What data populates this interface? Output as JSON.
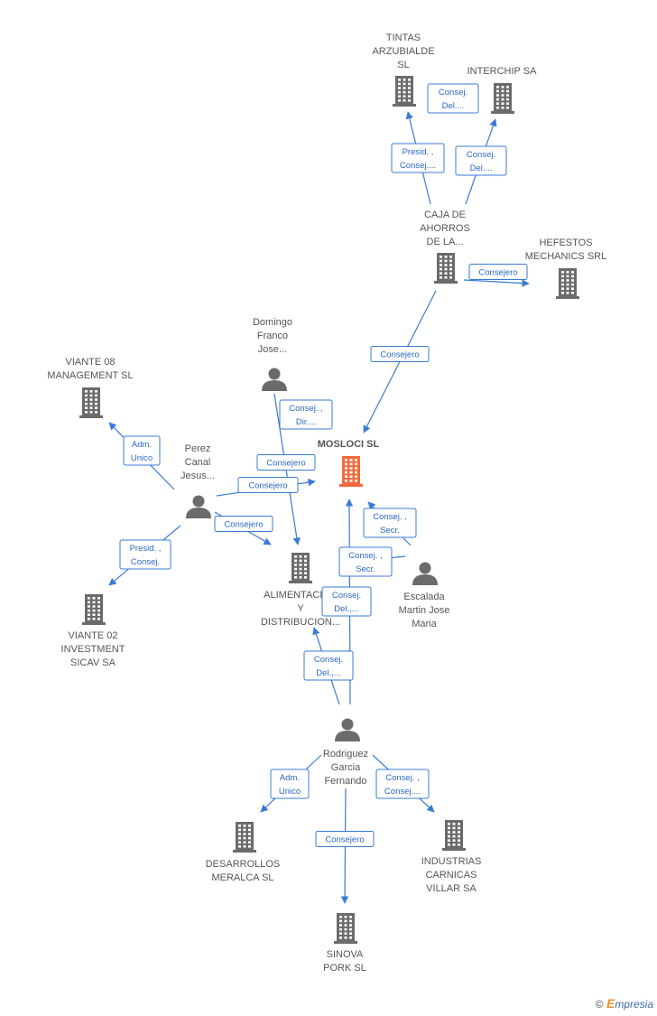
{
  "colors": {
    "node": "#6b6b6b",
    "main": "#f26a3d",
    "edge": "#3a7bd5"
  },
  "nodes": [
    {
      "id": "mosloci",
      "type": "company",
      "main": true,
      "label": [
        "MOSLOCI SL"
      ]
    },
    {
      "id": "tintas",
      "type": "company",
      "label": [
        "TINTAS",
        "ARZUBIALDE",
        "SL"
      ]
    },
    {
      "id": "interchip",
      "type": "company",
      "label": [
        "INTERCHIP SA"
      ]
    },
    {
      "id": "caja",
      "type": "company",
      "label": [
        "CAJA DE",
        "AHORROS",
        "DE LA..."
      ]
    },
    {
      "id": "hefestos",
      "type": "company",
      "label": [
        "HEFESTOS",
        "MECHANICS SRL"
      ]
    },
    {
      "id": "domingo",
      "type": "person",
      "label": [
        "Domingo",
        "Franco",
        "Jose..."
      ]
    },
    {
      "id": "viante08",
      "type": "company",
      "label": [
        "VIANTE 08",
        "MANAGEMENT SL"
      ]
    },
    {
      "id": "perez",
      "type": "person",
      "label": [
        "Perez",
        "Canal",
        "Jesus..."
      ]
    },
    {
      "id": "alimentacion",
      "type": "company",
      "label": [
        "ALIMENTACION",
        "Y",
        "DISTRIBUCION..."
      ]
    },
    {
      "id": "escalada",
      "type": "person",
      "label": [
        "Escalada",
        "Martin Jose",
        "Maria"
      ]
    },
    {
      "id": "viante02",
      "type": "company",
      "label": [
        "VIANTE 02",
        "INVESTMENT",
        "SICAV SA"
      ]
    },
    {
      "id": "rodriguez",
      "type": "person",
      "label": [
        "Rodriguez",
        "Garcia",
        "Fernando"
      ]
    },
    {
      "id": "desarrollos",
      "type": "company",
      "label": [
        "DESARROLLOS",
        "MERALCA SL"
      ]
    },
    {
      "id": "industrias",
      "type": "company",
      "label": [
        "INDUSTRIAS",
        "CARNICAS",
        "VILLAR SA"
      ]
    },
    {
      "id": "sinova",
      "type": "company",
      "label": [
        "SINOVA",
        "PORK SL"
      ]
    }
  ],
  "edges": [
    {
      "from": "caja",
      "to": "tintas",
      "label": [
        "Presid. ,",
        "Consej...."
      ]
    },
    {
      "from": "caja",
      "to": "interchip",
      "label": [
        "Consej.",
        "Del...."
      ]
    },
    {
      "label": [
        "Consej.",
        "Del...."
      ]
    },
    {
      "from": "caja",
      "to": "hefestos",
      "label": [
        "Consejero"
      ]
    },
    {
      "from": "caja",
      "to": "mosloci",
      "label": [
        "Consejero"
      ]
    },
    {
      "from": "domingo",
      "to": "alimentacion",
      "label": [
        "Consej. ,",
        "Dir...."
      ]
    },
    {
      "from": "perez",
      "to": "viante08",
      "label": [
        "Adm.",
        "Unico"
      ]
    },
    {
      "from": "perez",
      "to": "mosloci",
      "label": [
        "Consejero"
      ]
    },
    {
      "label": [
        "Consejero"
      ]
    },
    {
      "from": "perez",
      "to": "alimentacion",
      "label": [
        "Consejero"
      ]
    },
    {
      "from": "perez",
      "to": "viante02",
      "label": [
        "Presid. ,",
        "Consej."
      ]
    },
    {
      "from": "escalada",
      "to": "mosloci",
      "label": [
        "Consej. ,",
        "Secr."
      ]
    },
    {
      "from": "escalada",
      "to": "alimentacion",
      "label": [
        "Consej. ,",
        "Secr."
      ]
    },
    {
      "from": "rodriguez",
      "to": "mosloci",
      "label": [
        "Consej.",
        "Del.,..."
      ]
    },
    {
      "from": "rodriguez",
      "to": "alimentacion",
      "label": [
        "Consej.",
        "Del.,..."
      ]
    },
    {
      "from": "rodriguez",
      "to": "desarrollos",
      "label": [
        "Adm.",
        "Unico"
      ]
    },
    {
      "from": "rodriguez",
      "to": "industrias",
      "label": [
        "Consej. ,",
        "Consej...."
      ]
    },
    {
      "from": "rodriguez",
      "to": "sinova",
      "label": [
        "Consejero"
      ]
    }
  ],
  "brand": {
    "copyright": "©",
    "e": "E",
    "rest": "mpresia"
  }
}
